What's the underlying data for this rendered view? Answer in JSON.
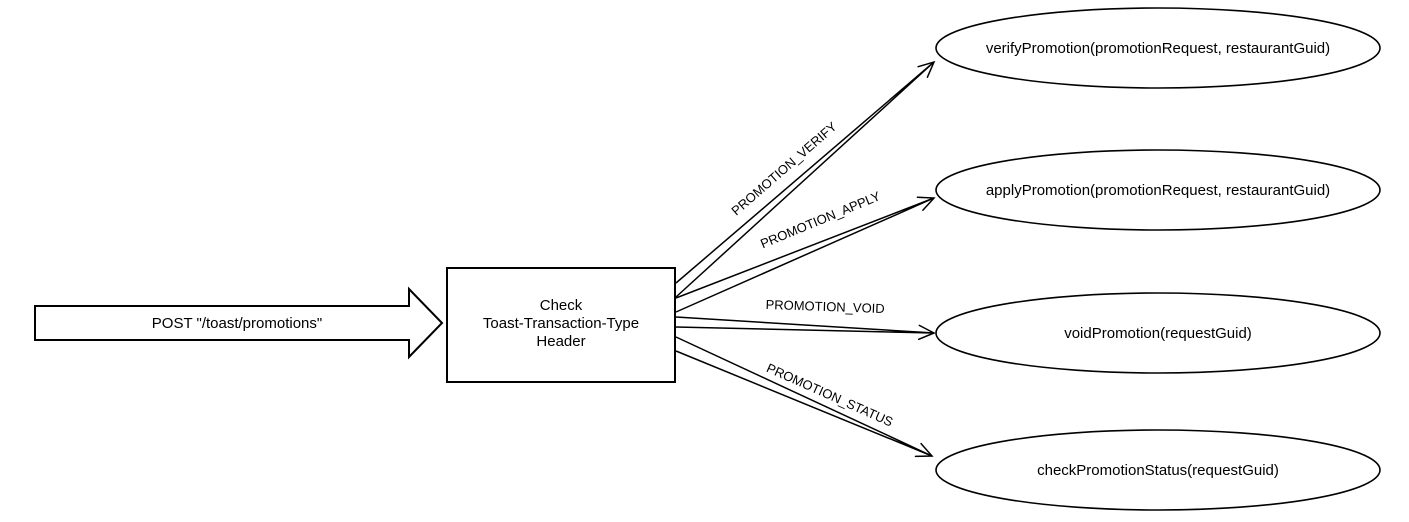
{
  "diagram": {
    "background": "#ffffff",
    "stroke_color": "#000000",
    "entry_arrow": {
      "label": "POST \"/toast/promotions\""
    },
    "decision_box": {
      "label_lines": [
        "Check",
        "Toast-Transaction-Type",
        "Header"
      ]
    },
    "branches": [
      {
        "arrow_label": "PROMOTION_VERIFY",
        "target": "verifyPromotion(promotionRequest, restaurantGuid)"
      },
      {
        "arrow_label": "PROMOTION_APPLY",
        "target": "applyPromotion(promotionRequest, restaurantGuid)"
      },
      {
        "arrow_label": "PROMOTION_VOID",
        "target": "voidPromotion(requestGuid)"
      },
      {
        "arrow_label": "PROMOTION_STATUS",
        "target": "checkPromotionStatus(requestGuid)"
      }
    ]
  }
}
